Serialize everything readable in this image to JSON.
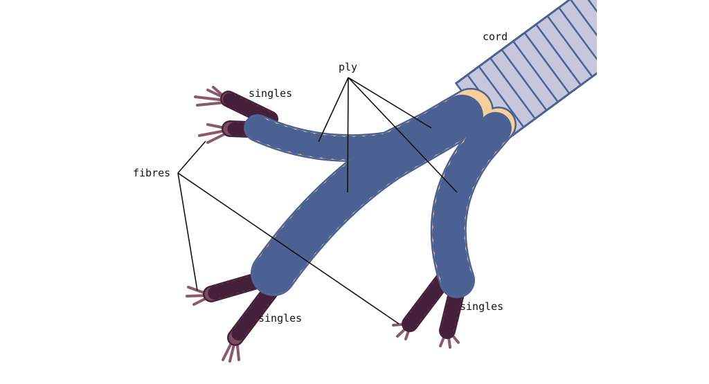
{
  "labels": {
    "cord": "cord",
    "ply": "ply",
    "singles_top": "singles",
    "fibres": "fibres",
    "singles_bottom_left": "singles",
    "singles_bottom_right": "singles"
  },
  "colors": {
    "cord": "#c6c7dc",
    "ply": "#f6cf99",
    "singles": "#7b4d60",
    "outline": "#4b6193",
    "singles_outline": "#45203a",
    "leader_line": "#111111"
  }
}
